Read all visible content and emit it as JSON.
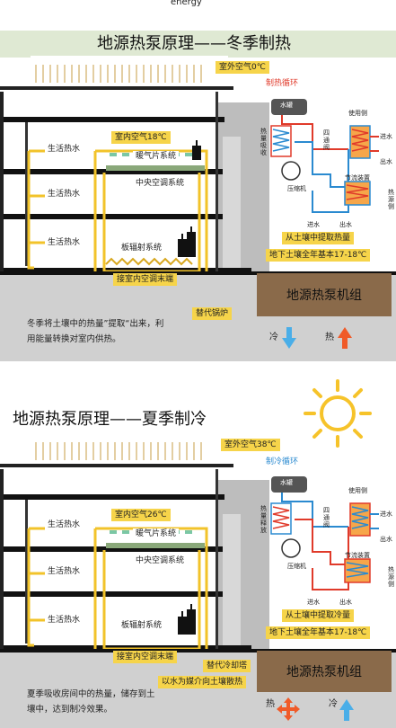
{
  "top_title": "energy",
  "winter": {
    "title": "地源热泵原理——冬季制热",
    "outdoor_air": "室外空气0℃",
    "cycle_label": "制热循环",
    "hot_water": [
      "生活热水",
      "生活热水",
      "生活热水"
    ],
    "indoor_air": "室内空气18℃",
    "radiator": "暖气片系统",
    "central_ac": "中央空调系统",
    "floor_heating": "板辐射系统",
    "terminal": "接室内空调末端",
    "unit": "地源热泵机组",
    "backup": "替代锅炉",
    "extract": "从土壤中提取热量",
    "soil_temp": "地下土壤全年基本17-18℃",
    "caption": "冬季将土壤中的热量”提取“出来，利用能量转换对室内供热。",
    "cold": "冷",
    "hot": "热",
    "water_tank": "水罐",
    "use_side": "使用侧",
    "heat_absorb": "热量吸收",
    "four_way": "四通阀",
    "compressor": "压缩机",
    "throttle": "节流装置",
    "heat_source": "热源侧",
    "water_in": "进水",
    "water_out": "出水"
  },
  "summer": {
    "title": "地源热泵原理——夏季制冷",
    "outdoor_air": "室外空气38℃",
    "cycle_label": "制冷循环",
    "hot_water": [
      "生活热水",
      "生活热水",
      "生活热水"
    ],
    "indoor_air": "室内空气26℃",
    "radiator": "暖气片系统",
    "central_ac": "中央空调系统",
    "floor_heating": "板辐射系统",
    "terminal": "接室内空调末端",
    "unit": "地源热泵机组",
    "backup": "替代冷却塔",
    "medium": "以水为媒介向土壤散热",
    "extract": "从土壤中提取冷量",
    "soil_temp": "地下土壤全年基本17-18℃",
    "caption": "夏季吸收房间中的热量，储存到土壤中，达到制冷效果。",
    "cold": "冷",
    "hot": "热",
    "water_tank": "水罐",
    "use_side": "使用侧",
    "heat_release": "热量释放",
    "four_way": "四通阀",
    "compressor": "压缩机",
    "throttle": "节流装置",
    "heat_source": "热源侧",
    "water_in": "进水",
    "water_out": "出水"
  },
  "colors": {
    "yellow": "#f6d44a",
    "brown": "#8a6a4a",
    "cycle_red": "#e03a2a",
    "cycle_blue": "#2a8ad0",
    "hot_arrow": "#f05a28",
    "cold_arrow": "#4aaee8"
  }
}
